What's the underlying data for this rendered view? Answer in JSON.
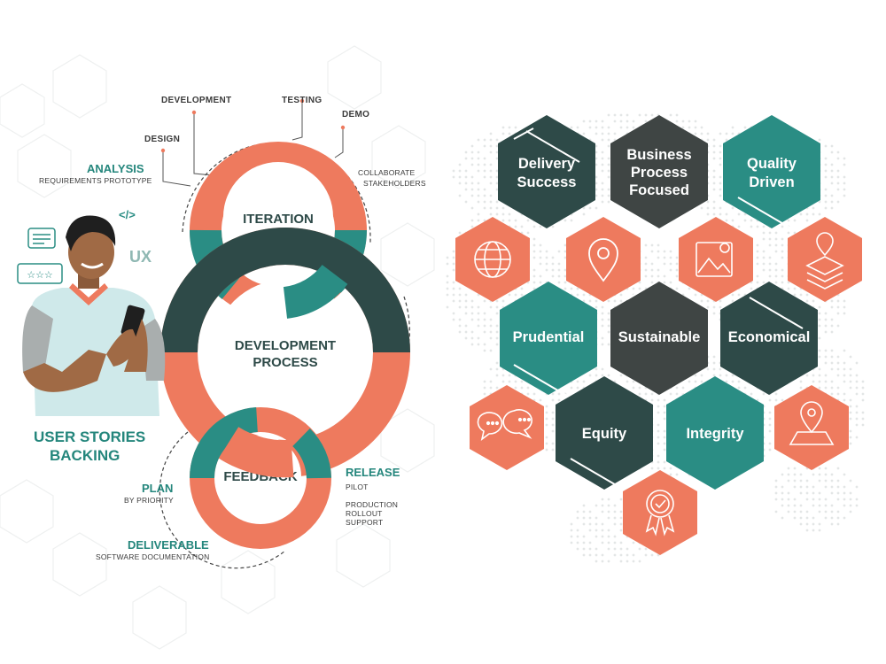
{
  "colors": {
    "coral": "#ee7a5e",
    "teal": "#2a8d84",
    "dark_teal": "#2e4a48",
    "charcoal": "#3f4544",
    "text_dark": "#3a3a3a",
    "label_teal": "#24867c"
  },
  "left": {
    "top_labels": {
      "development": "DEVELOPMENT",
      "testing": "TESTING",
      "demo": "DEMO",
      "design": "DESIGN"
    },
    "analysis": {
      "title": "ANALYSIS",
      "sub": "REQUIREMENTS PROTOTYPE"
    },
    "collaborate": {
      "line1": "COLLABORATE",
      "line2": "STAKEHOLDERS"
    },
    "rings": {
      "iteration": "ITERATION",
      "development_line1": "DEVELOPMENT",
      "development_line2": "PROCESS",
      "feedback": "FEEDBACK"
    },
    "user_stories": {
      "line1": "USER STORIES",
      "line2": "BACKING"
    },
    "plan": {
      "title": "PLAN",
      "sub": "BY PRIORITY"
    },
    "release": {
      "title": "RELEASE",
      "sub1": "PILOT",
      "sub2": "PRODUCTION",
      "sub3": "ROLLOUT",
      "sub4": "SUPPORT"
    },
    "deliverable": {
      "title": "DELIVERABLE",
      "sub": "SOFTWARE DOCUMENTATION"
    },
    "icons": {
      "code": "</>",
      "ux": "UX"
    }
  },
  "right": {
    "text_hexes": {
      "delivery": [
        "Delivery",
        "Success"
      ],
      "business": [
        "Business",
        "Process",
        "Focused"
      ],
      "quality": [
        "Quality",
        "Driven"
      ],
      "prudential": [
        "Prudential"
      ],
      "sustainable": [
        "Sustainable"
      ],
      "economical": [
        "Economical"
      ],
      "equity": [
        "Equity"
      ],
      "integrity": [
        "Integrity"
      ]
    },
    "icon_hexes": [
      "globe-icon",
      "map-pin-icon",
      "map-image-icon",
      "layers-pin-icon",
      "chat-bubbles-icon",
      "map-location-icon",
      "award-badge-icon"
    ]
  }
}
